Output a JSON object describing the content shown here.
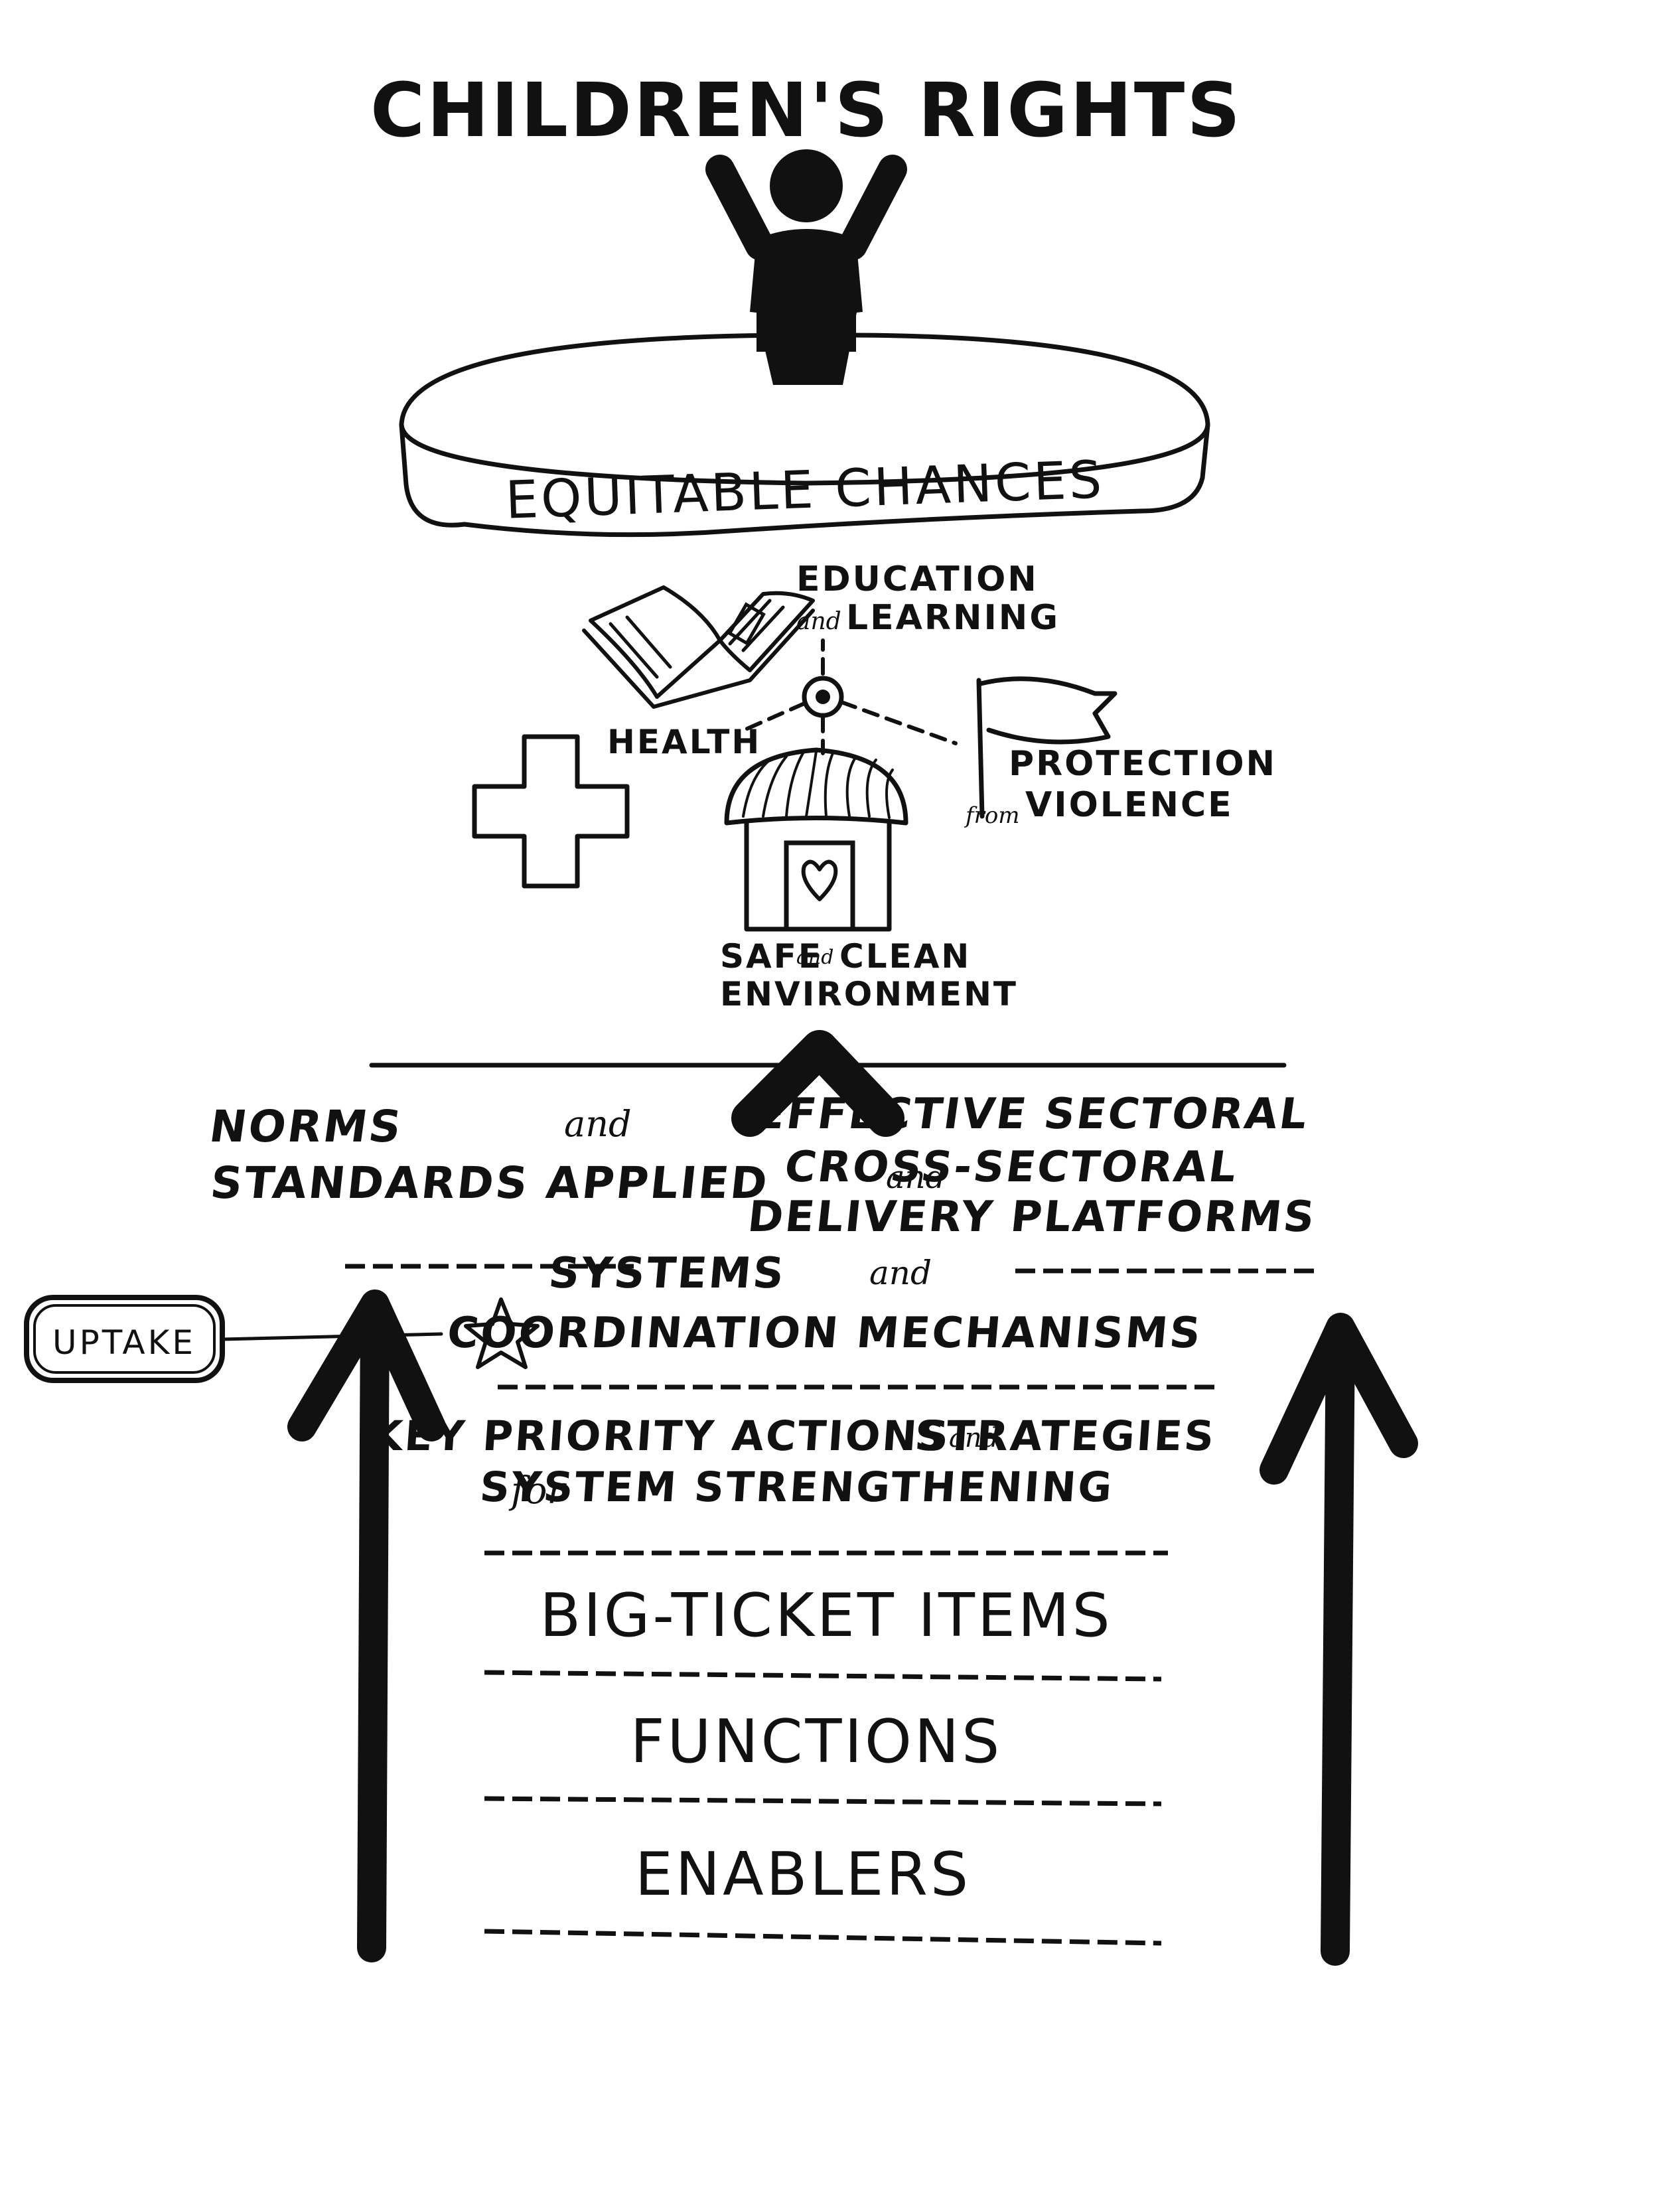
{
  "title": "CHILDREN'S RIGHTS",
  "pedestal_label": "EQUITABLE CHANCES",
  "outcomes": {
    "education": {
      "line1": "EDUCATION",
      "connector": "and",
      "line2": "LEARNING",
      "icon": "book-icon"
    },
    "health": {
      "label": "HEALTH",
      "icon": "cross-icon"
    },
    "protection": {
      "line1": "PROTECTION",
      "connector": "from",
      "line2": "VIOLENCE",
      "icon": "flag-icon"
    },
    "environment": {
      "line1a": "SAFE",
      "connector": "and",
      "line1b": "CLEAN",
      "line2": "ENVIRONMENT",
      "icon": "house-icon"
    }
  },
  "left_result": {
    "line1a": "NORMS",
    "connector": "and",
    "line2": "STANDARDS APPLIED"
  },
  "right_result": {
    "line1": "EFFECTIVE SECTORAL",
    "connector": "and",
    "line2b": "CROSS-SECTORAL",
    "line3": "DELIVERY PLATFORMS"
  },
  "systems": {
    "line1a": "SYSTEMS",
    "connector": "and",
    "line2": "COORDINATION MECHANISMS"
  },
  "uptake_label": "UPTAKE",
  "key_actions": {
    "line1a": "KEY PRIORITY ACTIONS",
    "connector": "and",
    "line1b": "STRATEGIES",
    "prefix": "for",
    "line2": "SYSTEM STRENGTHENING"
  },
  "layers": [
    "BIG-TICKET ITEMS",
    "FUNCTIONS",
    "ENABLERS"
  ],
  "colors": {
    "ink": "#111111",
    "background": "#ffffff"
  }
}
